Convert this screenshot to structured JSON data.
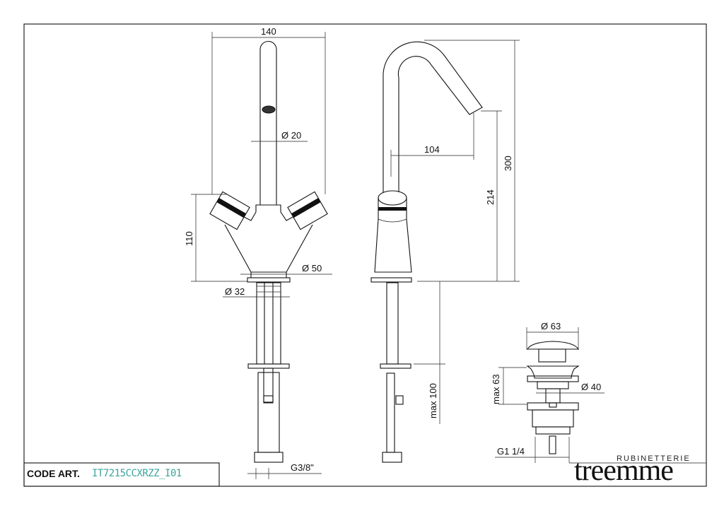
{
  "title_block": {
    "code_label": "CODE ART.",
    "code_value": "IT7215CCXRZZ_I01"
  },
  "brand": {
    "subtitle": "RUBINETTERIE",
    "name": "treemme"
  },
  "dimensions": {
    "width_140": "140",
    "dia_20": "Ø 20",
    "height_110": "110",
    "dia_50": "Ø 50",
    "dia_32": "Ø 32",
    "thread_g38": "G3/8\"",
    "reach_104": "104",
    "height_300": "300",
    "height_214": "214",
    "max_100": "max 100",
    "dia_63": "Ø 63",
    "max_63": "max 63",
    "dia_40": "Ø 40",
    "thread_g114": "G1 1/4"
  }
}
